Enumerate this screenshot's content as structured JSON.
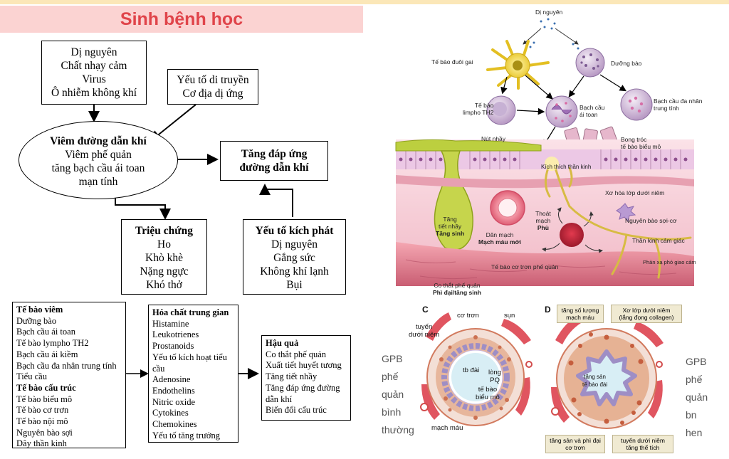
{
  "header": {
    "title": "Sinh bệnh học"
  },
  "flowchart": {
    "causes": [
      "Dị nguyên",
      "Chất nhạy cảm",
      "Virus",
      "Ô nhiễm không khí"
    ],
    "genetic": [
      "Yếu tố di truyền",
      "Cơ địa dị ứng"
    ],
    "inflammation": {
      "title": "Viêm đường dẫn khí",
      "lines": [
        "Viêm phế quản",
        "tăng bạch cầu ái toan",
        "mạn tính"
      ]
    },
    "hyperresponse": [
      "Tăng đáp ứng",
      "đường dẫn khí"
    ],
    "symptoms": {
      "title": "Triệu chứng",
      "items": [
        "Ho",
        "Khò khè",
        "Nặng ngực",
        "Khó thở"
      ]
    },
    "triggers": {
      "title": "Yếu tố kích phát",
      "items": [
        "Dị nguyên",
        "Gắng sức",
        "Không khí lạnh",
        "Bụi"
      ]
    }
  },
  "lists": {
    "cells": {
      "inflam_title": "Tế bào viêm",
      "inflam": [
        "Dưỡng bào",
        "Bạch cầu ái toan",
        "Tế bào lympho TH2",
        "Bạch cầu ái kiềm",
        "Bạch cầu đa nhân trung tính",
        "Tiểu cầu"
      ],
      "struct_title": "Tế bào cấu trúc",
      "struct": [
        "Tế bào biểu mô",
        "Tế bào cơ trơn",
        "Tế bào nội mô",
        "Nguyên bào sợi",
        "Dây thần kinh"
      ]
    },
    "mediators": {
      "title": "Hóa chất trung gian",
      "items": [
        "Histamine",
        "Leukotrienes",
        "Prostanoids",
        "Yếu tố kích hoạt tiểu",
        "cầu",
        "Adenosine",
        "Endothelins",
        "Nitric oxide",
        "Cytokines",
        "Chemokines",
        "Yếu tố tăng trưởng"
      ]
    },
    "consequences": {
      "title": "Hậu quả",
      "items": [
        "Co thắt phế quản",
        "Xuất tiết huyết tương",
        "Tăng tiết nhầy",
        "Tăng đáp ứng đường",
        "dẫn khí",
        "Biến đổi cấu trúc"
      ]
    }
  },
  "illustration": {
    "labels": {
      "allergen": "Dị nguyên",
      "dendritic": "Tế bào đuôi gai",
      "mast": "Dưỡng bào",
      "th2": [
        "Tế bào",
        "limpho TH2"
      ],
      "eos": [
        "Bạch cầu",
        "ái toan"
      ],
      "neut": [
        "Bạch cầu đa nhân",
        "trung tính"
      ],
      "mucus_plug": "Nút nhầy",
      "shedding": [
        "Bong tróc",
        "tế bào biểu mô"
      ],
      "nerve_stim": "Kích thích thần kinh",
      "fibrosis": "Xơ hóa lớp dưới niêm",
      "goblet": [
        "Tăng",
        "tiết nhầy",
        "Tăng sinh"
      ],
      "vasodil": [
        "Dãn mạch",
        "Mạch máu mới"
      ],
      "leak": [
        "Thoát",
        "mạch",
        "Phù"
      ],
      "myofib": "Nguyên bào sợi-cơ",
      "sensory": "Thần kinh cảm giác",
      "reflex": "Phản xạ phó giao cảm",
      "smooth_cell": "Tế bào cơ trơn phế quản",
      "constriction": [
        "Co thắt phế quản",
        "Phì đại/tăng sinh"
      ]
    },
    "panel_c": {
      "letter": "C",
      "labels": {
        "smooth": "cơ trơn",
        "cartilage": "sụn",
        "gland": [
          "tuyến",
          "dưới niêm"
        ],
        "gland_cell": "tb đài",
        "lumen": [
          "lòng",
          "PQ"
        ],
        "epi": [
          "tế bào",
          "biểu mô"
        ],
        "vessel": "mạch máu"
      }
    },
    "panel_d": {
      "letter": "D",
      "tags": {
        "vessels": [
          "tăng số lượng",
          "mạch máu"
        ],
        "submucosa": [
          "Xơ lớp dưới niêm",
          "(lắng đọng collagen)"
        ],
        "goblet": [
          "tăng sản",
          "tế bào đài"
        ],
        "muscle": [
          "tăng sản và phì đại",
          "cơ trơn"
        ],
        "glands": [
          "tuyến dưới niêm",
          "tăng thể tích"
        ]
      }
    },
    "side_left": [
      "GPB",
      "phế",
      "quản",
      "bình",
      "thường"
    ],
    "side_right": [
      "GPB",
      "phế",
      "quản",
      "bn",
      "hen"
    ]
  },
  "colors": {
    "title": "#e0444a",
    "title_bg": "#fbd3d2",
    "mucosa": "#f3c9d3",
    "epithelium": "#e9c3e2",
    "mucus": "#b8cc3a",
    "tag_bg": "#f0ead2"
  }
}
